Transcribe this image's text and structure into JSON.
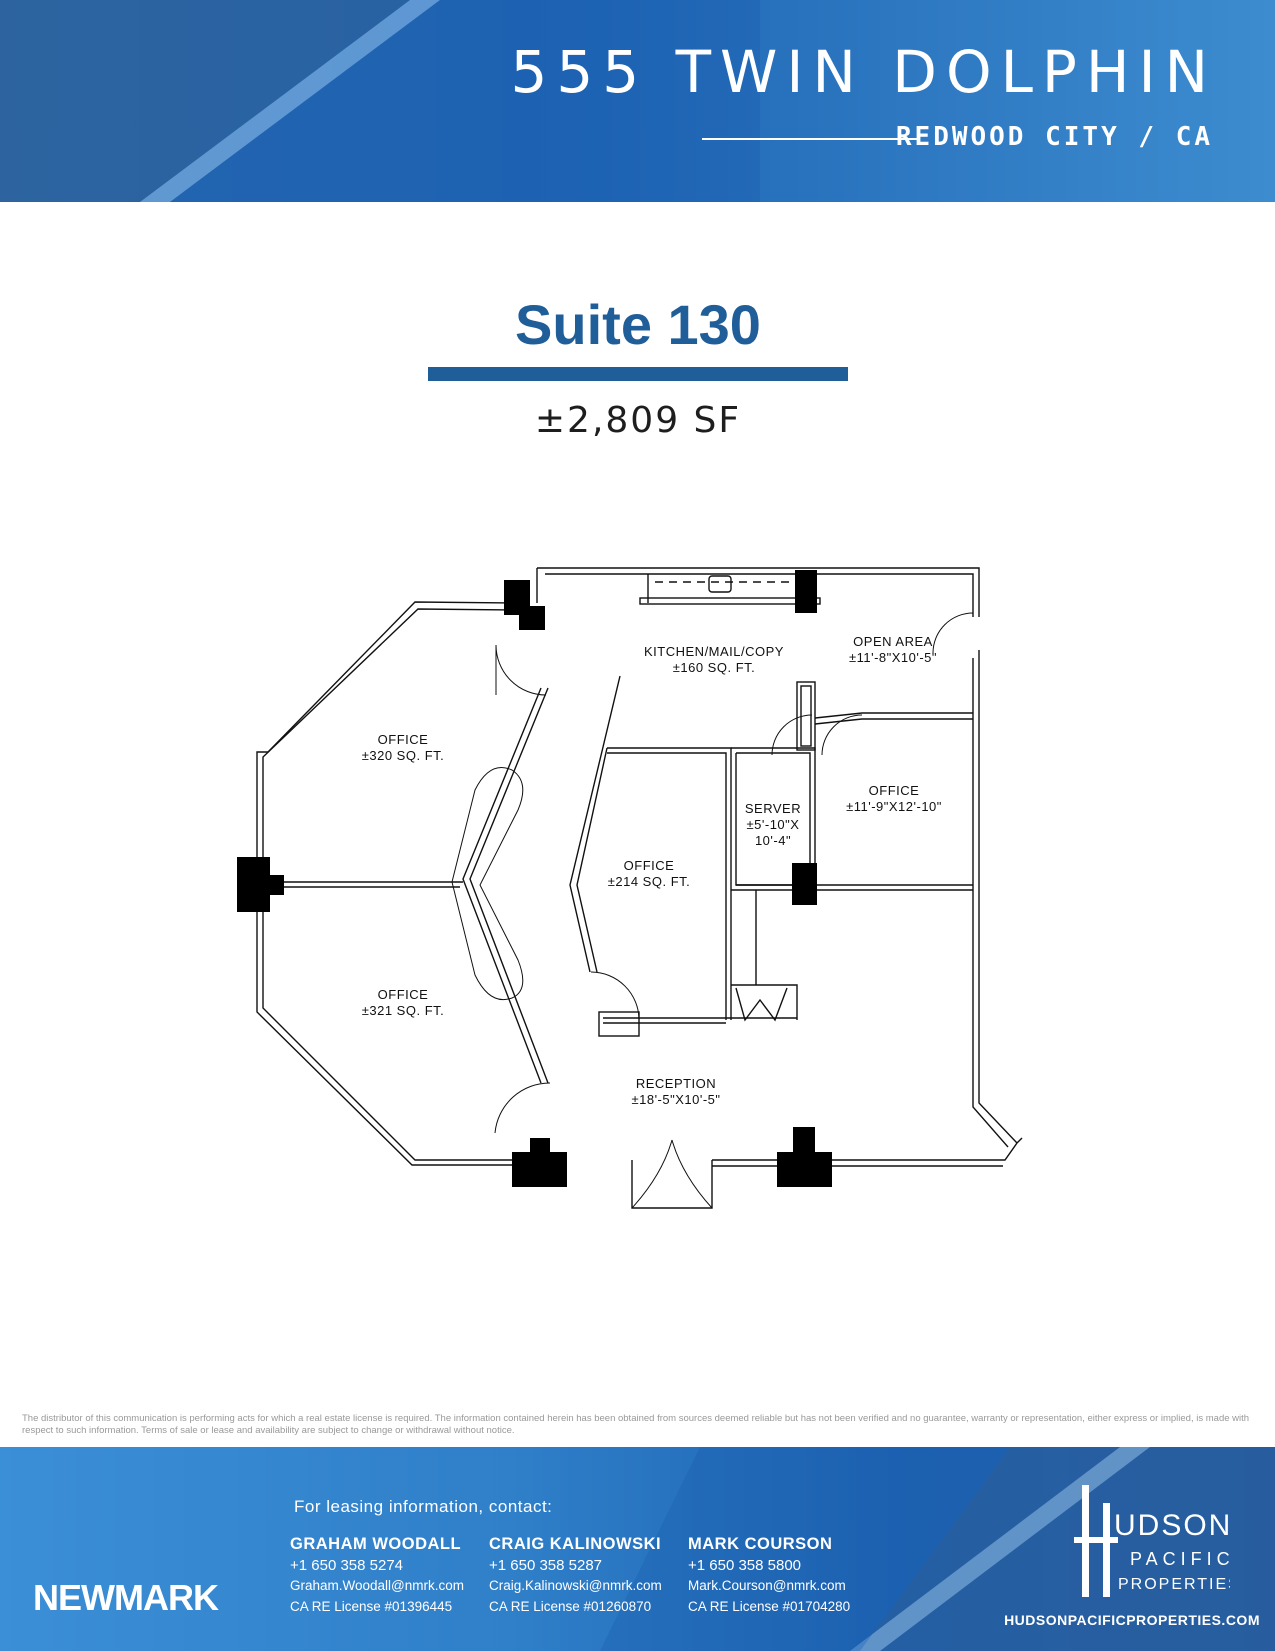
{
  "header": {
    "building_name": "555 TWIN DOLPHIN",
    "city": "REDWOOD CITY / CA"
  },
  "suite": {
    "title": "Suite 130",
    "area": "±2,809 SF"
  },
  "floorplan": {
    "rooms": [
      {
        "name": "KITCHEN/MAIL/COPY",
        "size": "±160 SQ. FT."
      },
      {
        "name": "OPEN AREA",
        "size": "±11'-8\"X10'-5\""
      },
      {
        "name": "OFFICE",
        "size": "±320 SQ. FT."
      },
      {
        "name": "OFFICE",
        "size": "±11'-9\"X12'-10\""
      },
      {
        "name": "SERVER",
        "size": "±5'-10\"X",
        "size2": "10'-4\""
      },
      {
        "name": "OFFICE",
        "size": "±214 SQ. FT."
      },
      {
        "name": "OFFICE",
        "size": "±321 SQ. FT."
      },
      {
        "name": "RECEPTION",
        "size": "±18'-5\"X10'-5\""
      }
    ]
  },
  "disclaimer": "The distributor of this communication is performing acts for which a real estate license is required.  The information contained herein has been obtained from sources deemed reliable but has not been verified and no guarantee, warranty or representation, either express or implied, is made with respect to such information. Terms of sale or lease and availability are subject to change or withdrawal without notice.",
  "footer": {
    "newmark_logo": "NEWMARK",
    "contact_intro": "For leasing information, contact:",
    "agents": [
      {
        "name": "GRAHAM WOODALL",
        "phone": "+1 650 358 5274",
        "email": "Graham.Woodall@nmrk.com",
        "license": "CA RE License #01396445"
      },
      {
        "name": "CRAIG KALINOWSKI",
        "phone": "+1 650 358 5287",
        "email": "Craig.Kalinowski@nmrk.com",
        "license": "CA RE License #01260870"
      },
      {
        "name": "MARK COURSON",
        "phone": "+1 650 358 5800",
        "email": "Mark.Courson@nmrk.com",
        "license": "CA RE License #01704280"
      }
    ],
    "hpp_logo": {
      "line1": "UDSON",
      "line2": "PACIFIC",
      "line3": "PROPERTIES"
    },
    "hpp_url": "HUDSONPACIFICPROPERTIES.COM"
  },
  "colors": {
    "brand_blue": "#205e99",
    "header_blue": "#1f66b5"
  }
}
